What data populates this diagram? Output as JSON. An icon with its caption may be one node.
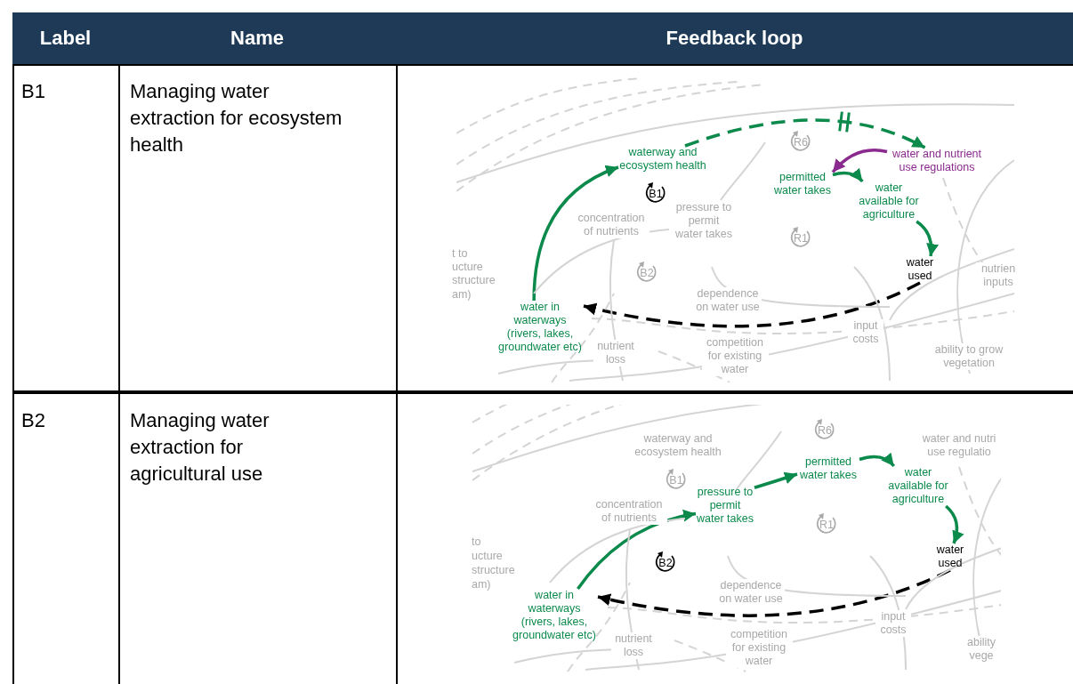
{
  "diagram": {
    "nodes": [
      {
        "text": [
          "waterway and ecosystem health"
        ]
      },
      {
        "text": [
          "water and nutrient use regulations"
        ]
      },
      {
        "text": [
          "permitted water takes"
        ]
      },
      {
        "text": [
          "water available for agriculture"
        ]
      },
      {
        "text": [
          "water used"
        ]
      },
      {
        "text": [
          "water in waterways (rivers, lakes, groundwater etc)"
        ]
      },
      {
        "text": [
          "pressure to permit water takes"
        ]
      },
      {
        "text": [
          "permitted water takes"
        ]
      },
      {
        "text": [
          "water available for agriculture"
        ]
      },
      {
        "text": [
          "water used"
        ]
      },
      {
        "text": [
          "water in waterways (rivers, lakes, groundwater etc)"
        ]
      }
    ],
    "edges": [
      {
        "from": 5,
        "to": 0,
        "arrow": "to"
      },
      {
        "from": 0,
        "to": 1,
        "arrow": "to",
        "style": "dashed"
      },
      {
        "from": 1,
        "to": 2,
        "arrow": "to",
        "color": "#8b2a8e"
      },
      {
        "from": 2,
        "to": 3,
        "arrow": "to"
      },
      {
        "from": 3,
        "to": 4,
        "arrow": "to"
      },
      {
        "from": 4,
        "to": 5,
        "arrow": "to",
        "style": "dashed",
        "color": "#000000"
      },
      {
        "from": 10,
        "to": 6,
        "arrow": "to"
      },
      {
        "from": 6,
        "to": 7,
        "arrow": "to"
      },
      {
        "from": 7,
        "to": 8,
        "arrow": "to"
      },
      {
        "from": 8,
        "to": 9,
        "arrow": "to"
      },
      {
        "from": 9,
        "to": 10,
        "arrow": "to",
        "style": "dashed",
        "color": "#000000"
      }
    ],
    "labels": [
      "Label",
      "Name",
      "Feedback loop",
      "B1",
      "Managing water extraction for ecosystem health",
      "R6",
      "B1",
      "concentration of nutrients",
      "pressure to permit water takes",
      "R1",
      "t to",
      "ucture",
      "structure",
      "am)",
      "nutrien inputs",
      "B2",
      "dependence on water use",
      "input costs",
      "competition for existing water",
      "nutrient loss",
      "ability to grow vegetation",
      "B2",
      "Managing water extraction for agricultural use",
      "R6",
      "waterway and ecosystem health",
      "water and nutri use regulatio",
      "B1",
      "concentration of nutrients",
      "R1",
      "to",
      "ucture",
      "structure",
      "am)",
      "B2",
      "dependence on water use",
      "input costs",
      "nutrient loss",
      "competition for existing water",
      "ability vege"
    ]
  }
}
